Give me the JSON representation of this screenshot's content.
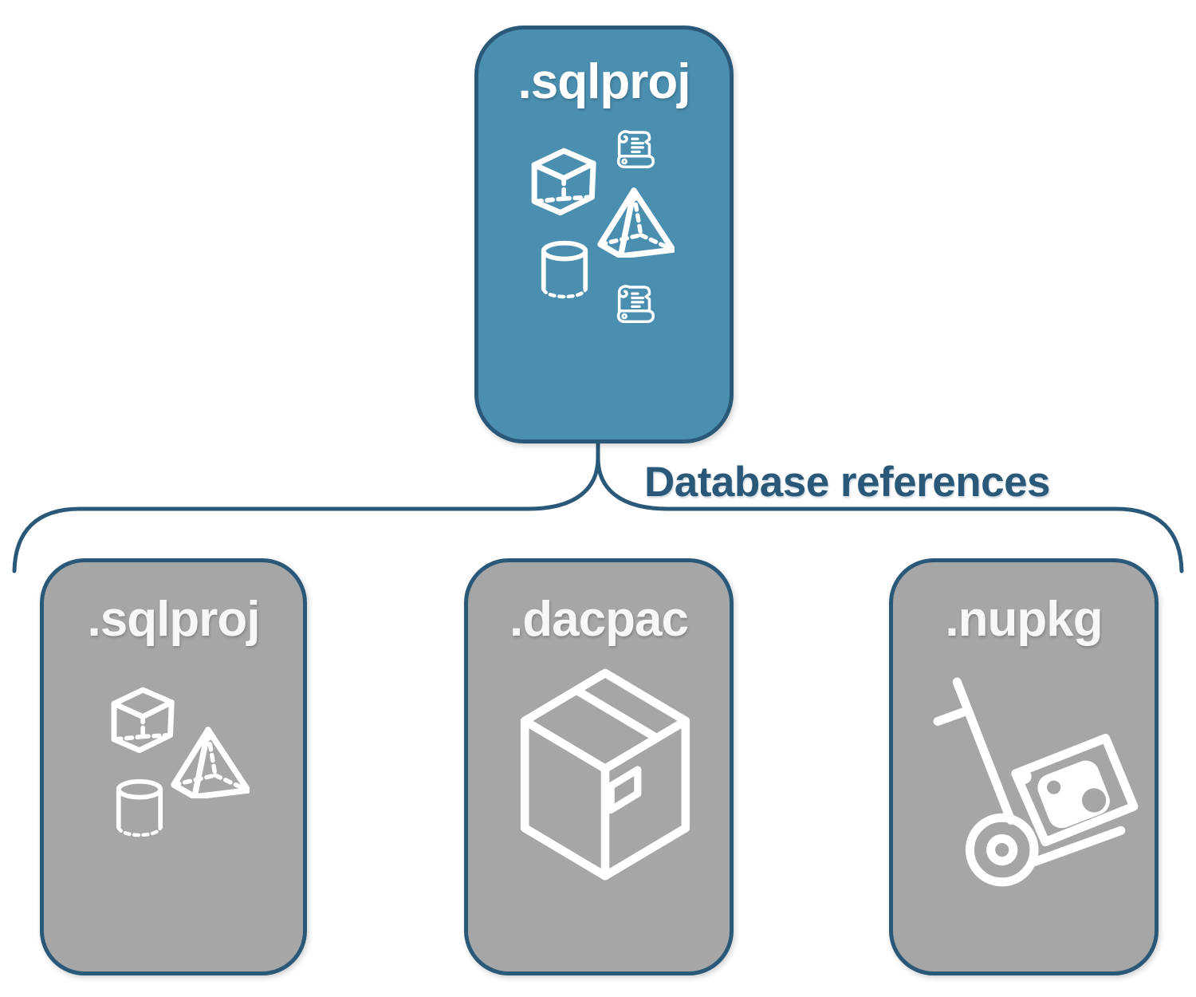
{
  "diagram": {
    "connector_label": "Database references",
    "root_box": {
      "title": ".sqlproj",
      "icons": [
        "cube-icon",
        "scroll-icon",
        "pyramid-icon",
        "cylinder-icon",
        "scroll-icon"
      ]
    },
    "child_boxes": [
      {
        "title": ".sqlproj",
        "icons": [
          "cube-icon",
          "pyramid-icon",
          "cylinder-icon"
        ]
      },
      {
        "title": ".dacpac",
        "icons": [
          "package-box-icon"
        ]
      },
      {
        "title": ".nupkg",
        "icons": [
          "hand-truck-nuget-icon"
        ]
      }
    ],
    "colors": {
      "root_box_fill": "#4a8fb0",
      "child_box_fill": "#a6a6a6",
      "outline_navy": "#2a5878",
      "icon_white": "#ffffff",
      "background": "#ffffff"
    }
  }
}
